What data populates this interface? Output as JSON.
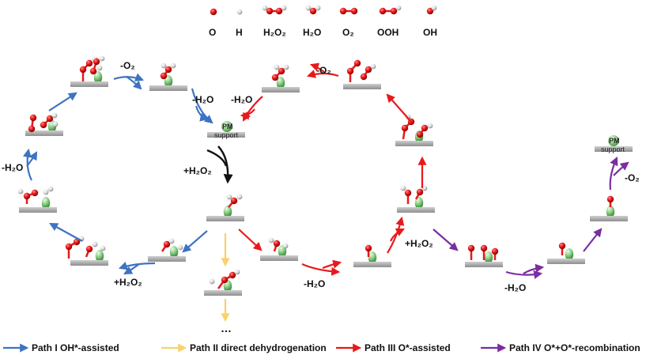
{
  "key": [
    {
      "id": "o",
      "label": "O"
    },
    {
      "id": "h",
      "label": "H"
    },
    {
      "id": "h2o2",
      "label": "H₂O₂"
    },
    {
      "id": "h2o",
      "label": "H₂O"
    },
    {
      "id": "o2",
      "label": "O₂"
    },
    {
      "id": "ooh",
      "label": "OOH"
    },
    {
      "id": "oh",
      "label": "OH"
    }
  ],
  "steps": {
    "p1_o2": "-O₂",
    "p1_h2o_top": "-H₂O",
    "p1_h2o_left": "-H₂O",
    "p1_h2o2": "+H₂O₂",
    "center_h2o2": "+H₂O₂",
    "p3_o2": "-O₂",
    "p3_h2o_top": "-H₂O",
    "p3_h2o_bottom": "-H₂O",
    "p3_h2o2": "+H₂O₂",
    "p4_h2o": "-H₂O",
    "p4_o2": "-O₂",
    "ellipsis": "…"
  },
  "support": {
    "pm_label": "PM",
    "support_label": "support"
  },
  "legend": [
    {
      "label": "Path I OH*-assisted",
      "color": "#3d73c2"
    },
    {
      "label": "Path II direct dehydrogenation",
      "color": "#f7d36a"
    },
    {
      "label": "Path III O*-assisted",
      "color": "#e8191b"
    },
    {
      "label": "Path IV O*+O*-recombination",
      "color": "#7a2ea0"
    }
  ],
  "colors": {
    "oxygen": "#e8191b",
    "hydrogen": "#dcdcdc",
    "metal": "#8fd18b",
    "support": "#a9a9a9",
    "path_center": "#000000"
  }
}
